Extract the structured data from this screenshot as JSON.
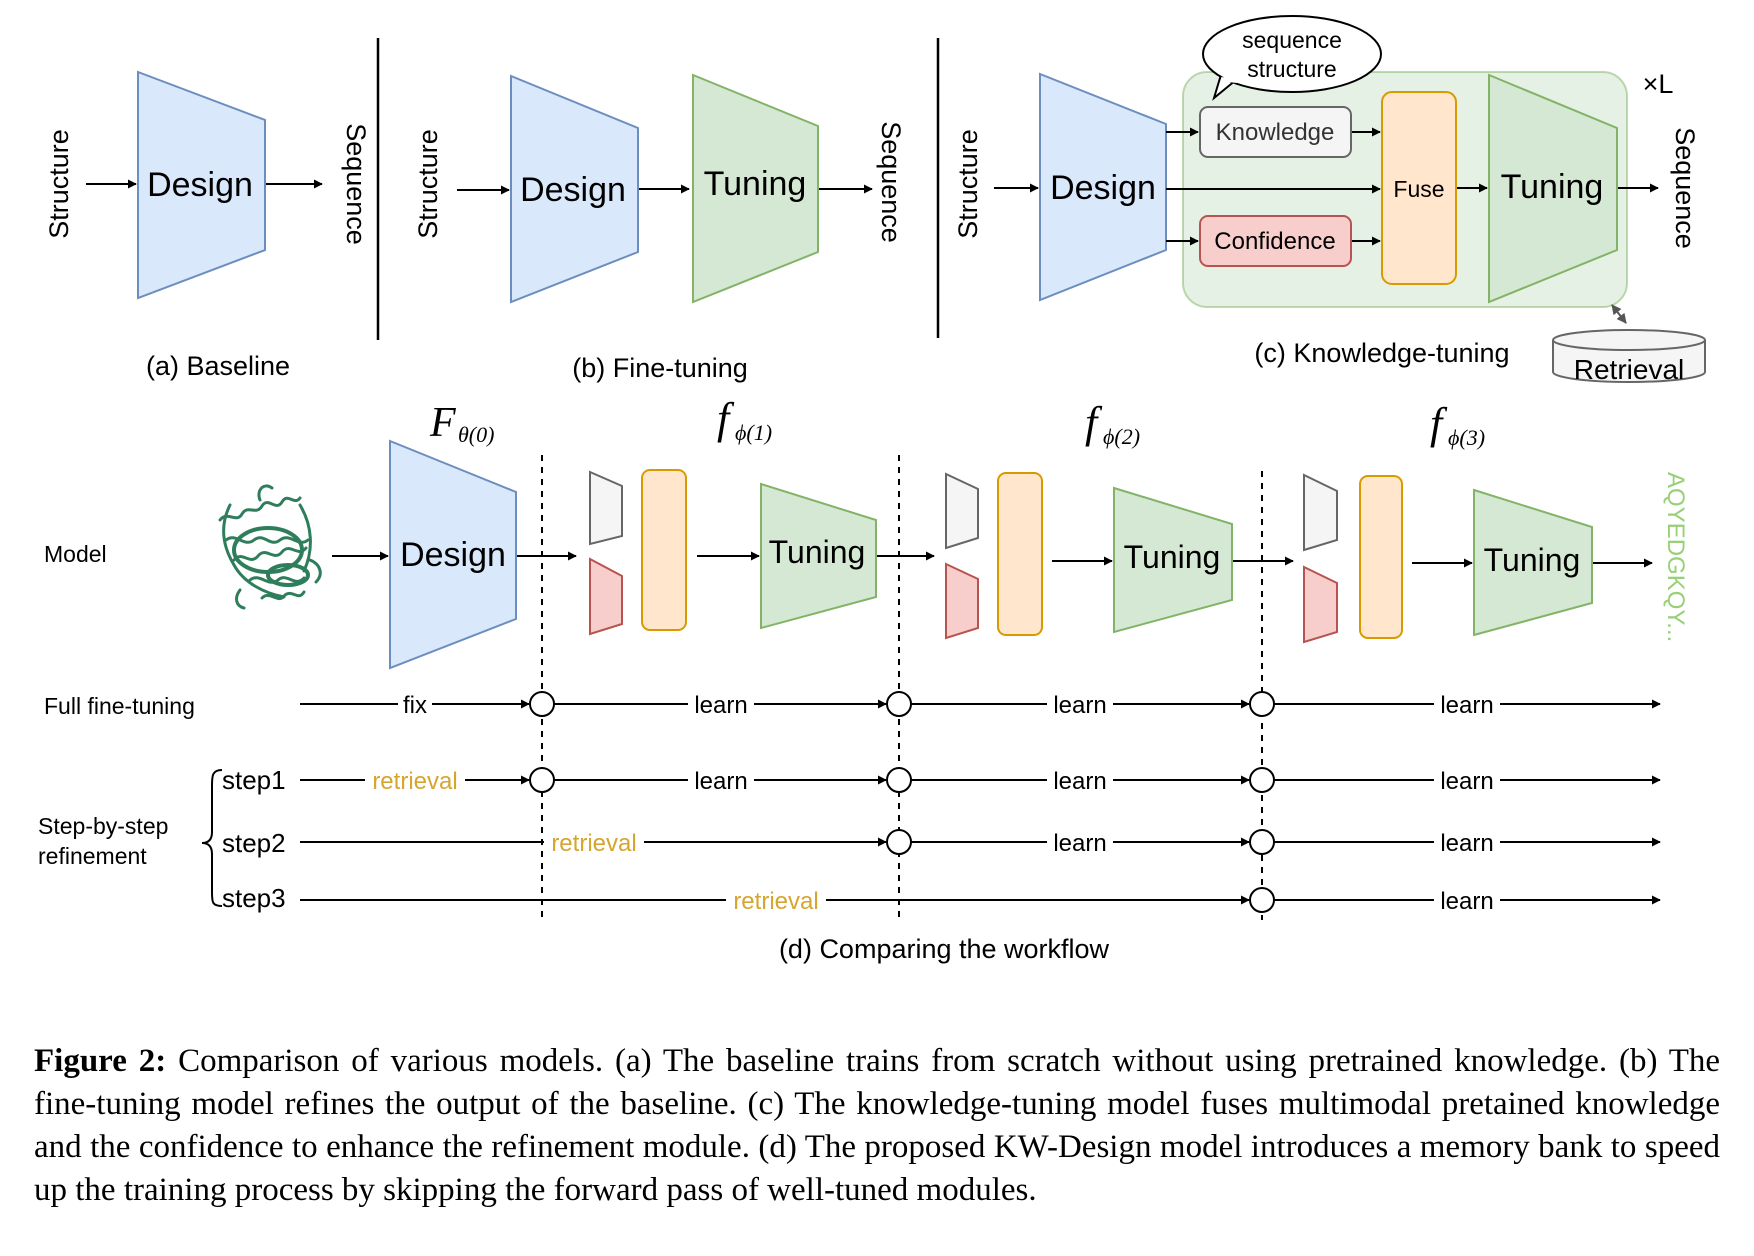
{
  "colors": {
    "design_fill": "#dae8fc",
    "design_stroke": "#6c8ebf",
    "tuning_fill": "#d5e8d4",
    "tuning_stroke": "#82b366",
    "fuse_fill": "#ffe6cc",
    "fuse_stroke": "#d79b00",
    "confidence_fill": "#f8cecc",
    "confidence_stroke": "#b85450",
    "knowledge_fill": "#f5f5f5",
    "knowledge_stroke": "#666666",
    "retrieval_text": "#d6a52f",
    "sequence_text": "#97d077",
    "protein": "#2e7d5b"
  },
  "panel_a": {
    "input": "Structure",
    "block": "Design",
    "output": "Sequence",
    "caption": "(a) Baseline"
  },
  "panel_b": {
    "input": "Structure",
    "block1": "Design",
    "block2": "Tuning",
    "output": "Sequence",
    "caption": "(b) Fine-tuning"
  },
  "panel_c": {
    "input": "Structure",
    "block1": "Design",
    "bubble_line1": "sequence",
    "bubble_line2": "structure",
    "knowledge": "Knowledge",
    "confidence": "Confidence",
    "fuse": "Fuse",
    "block2": "Tuning",
    "output": "Sequence",
    "repeat": "×L",
    "retrieval": "Retrieval",
    "caption": "(c) Knowledge-tuning"
  },
  "panel_d": {
    "model_label": "Model",
    "design": "Design",
    "tuning": "Tuning",
    "F_symbol": "F",
    "F_sup": "θ(0)",
    "f_symbol": "f",
    "f_sups": [
      "ϕ(1)",
      "ϕ(2)",
      "ϕ(3)"
    ],
    "output_sequence": "AQYEDGKQY...",
    "rows": {
      "full": {
        "label": "Full fine-tuning",
        "segments": [
          "fix",
          "learn",
          "learn",
          "learn"
        ]
      },
      "group_label_line1": "Step-by-step",
      "group_label_line2": "refinement",
      "step1": {
        "label": "step1",
        "segments": [
          "retrieval",
          "learn",
          "learn",
          "learn"
        ]
      },
      "step2": {
        "label": "step2",
        "segments": [
          "retrieval",
          "learn",
          "learn"
        ]
      },
      "step3": {
        "label": "step3",
        "segments": [
          "retrieval",
          "learn"
        ]
      }
    },
    "caption": "(d) Comparing the workflow"
  },
  "figure_caption": {
    "label": "Figure 2:",
    "text": " Comparison of various models. (a) The baseline trains from scratch without using pretrained knowledge. (b) The fine-tuning model refines the output of the baseline. (c) The knowledge-tuning model fuses multimodal pretained knowledge and the confidence to enhance the refinement module. (d) The proposed KW-Design model introduces a memory bank to speed up the training process by skipping the forward pass of well-tuned modules."
  }
}
